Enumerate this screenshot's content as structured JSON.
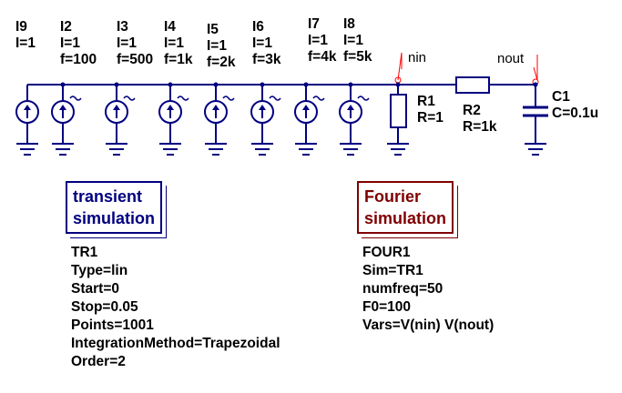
{
  "sources": [
    {
      "name": "I9",
      "value": "I=1",
      "freq": ""
    },
    {
      "name": "I2",
      "value": "I=1",
      "freq": "f=100"
    },
    {
      "name": "I3",
      "value": "I=1",
      "freq": "f=500"
    },
    {
      "name": "I4",
      "value": "I=1",
      "freq": "f=1k"
    },
    {
      "name": "I5",
      "value": "I=1",
      "freq": "f=2k"
    },
    {
      "name": "I6",
      "value": "I=1",
      "freq": "f=3k"
    },
    {
      "name": "I7",
      "value": "I=1",
      "freq": "f=4k"
    },
    {
      "name": "I8",
      "value": "I=1",
      "freq": "f=5k"
    }
  ],
  "components": {
    "r1": {
      "name": "R1",
      "value": "R=1"
    },
    "r2": {
      "name": "R2",
      "value": "R=1k"
    },
    "c1": {
      "name": "C1",
      "value": "C=0.1u"
    }
  },
  "nets": {
    "nin": "nin",
    "nout": "nout"
  },
  "transient": {
    "box_line1": "transient",
    "box_line2": "simulation",
    "params": [
      "TR1",
      "Type=lin",
      "Start=0",
      "Stop=0.05",
      "Points=1001",
      "IntegrationMethod=Trapezoidal",
      "Order=2"
    ]
  },
  "fourier": {
    "box_line1": "Fourier",
    "box_line2": "simulation",
    "params": [
      "FOUR1",
      "Sim=TR1",
      "numfreq=50",
      "F0=100",
      "Vars=V(nin) V(nout)"
    ]
  },
  "colors": {
    "wire": "#000080",
    "symbol": "#000080",
    "transient": "#000080",
    "fourier": "#800000",
    "net_label_wire": "#ff0000"
  }
}
